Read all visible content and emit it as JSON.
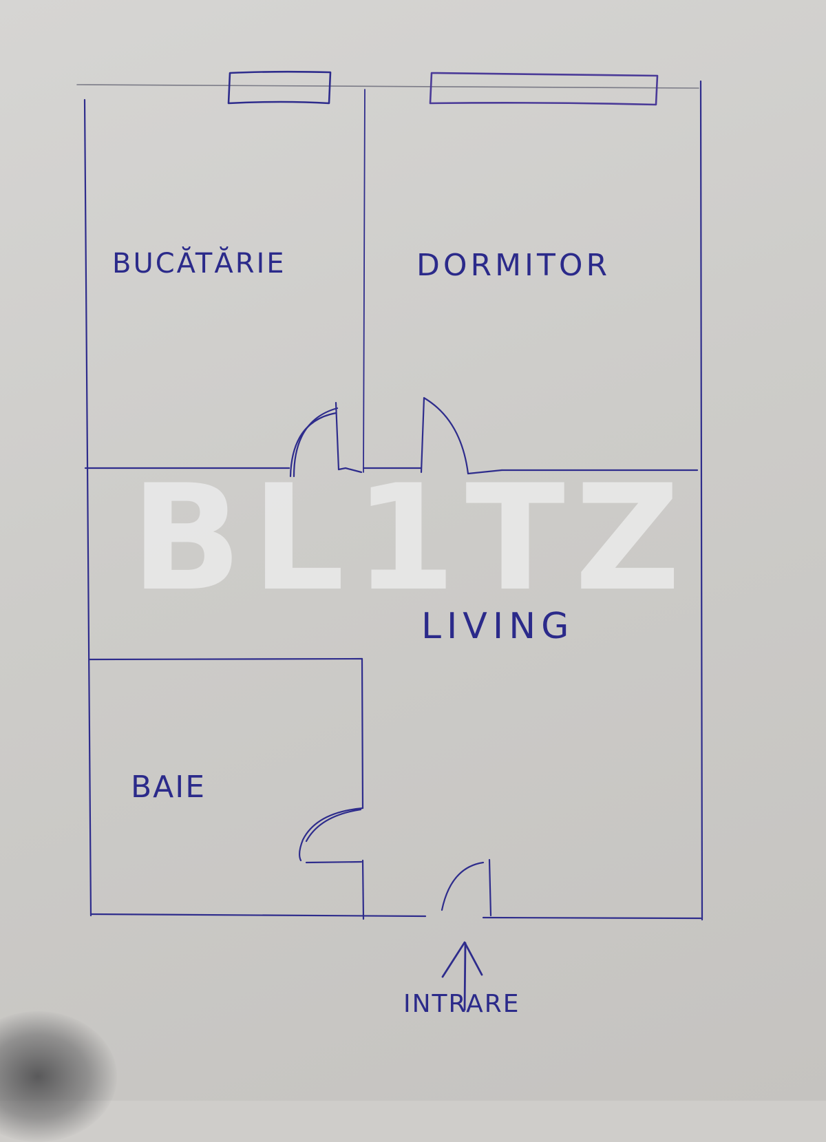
{
  "image": {
    "kind": "hand-drawn apartment floor plan sketch",
    "paper_color": "#d3d2cf",
    "ink_color": "#2b2a8a"
  },
  "watermark": {
    "text": "BL1TZ"
  },
  "rooms": {
    "kitchen": {
      "label": "BUCĂTĂRIE"
    },
    "bedroom": {
      "label": "DORMITOR"
    },
    "living": {
      "label": "LIVING"
    },
    "bathroom": {
      "label": "BAIE"
    }
  },
  "entrance": {
    "label": "INTRARE",
    "arrow": "arrow-up-icon"
  },
  "features": {
    "windows": [
      {
        "room": "kitchen",
        "type": "window"
      },
      {
        "room": "bedroom",
        "type": "window"
      }
    ],
    "doors": [
      {
        "room": "kitchen",
        "type": "door-swing"
      },
      {
        "room": "bedroom",
        "type": "door-swing"
      },
      {
        "room": "bathroom",
        "type": "door-swing"
      },
      {
        "room": "entrance",
        "type": "door-swing"
      }
    ]
  }
}
